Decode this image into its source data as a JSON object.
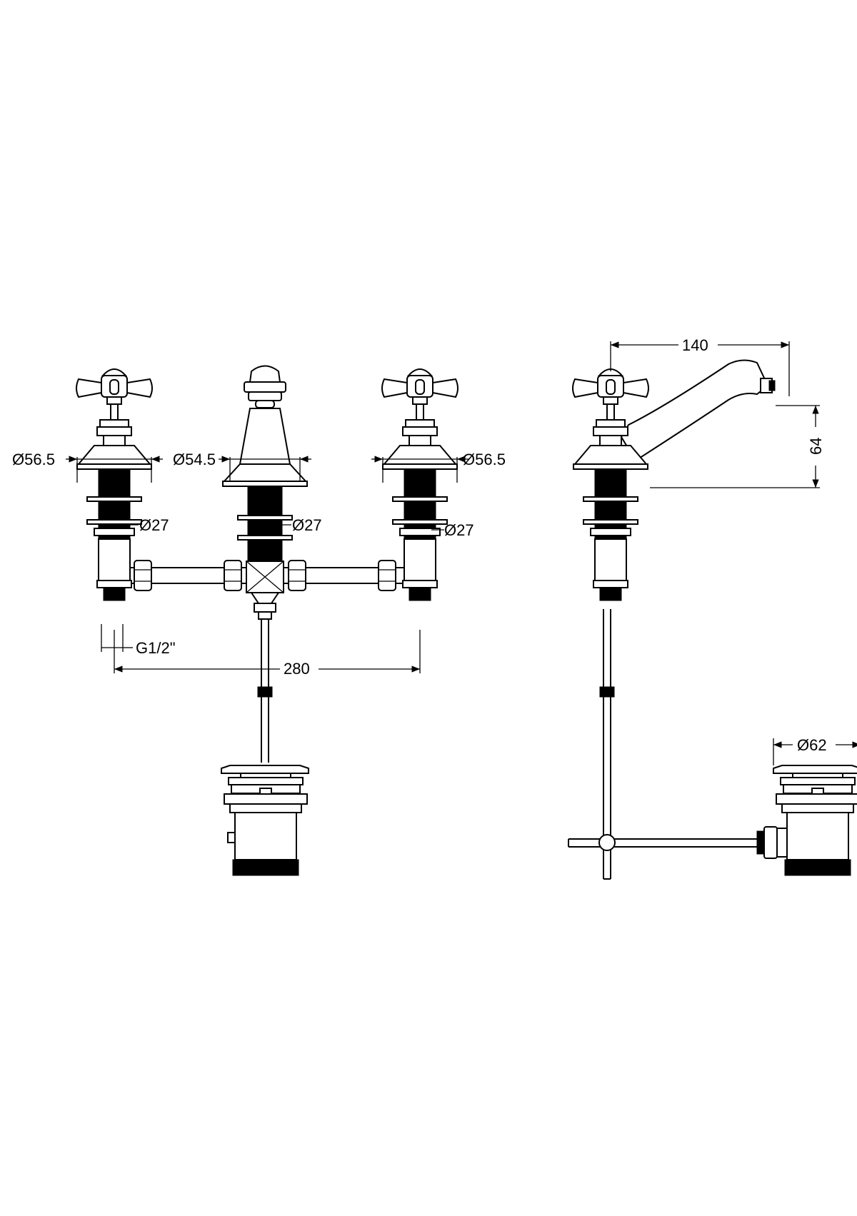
{
  "dimensions": {
    "left_tap_flange": "Ø56.5",
    "spout_flange": "Ø54.5",
    "right_tap_flange": "Ø56.5",
    "left_tail": "Ø27",
    "center_tail": "Ø27",
    "right_tail": "Ø27",
    "thread": "G1/2\"",
    "centers": "280",
    "spout_reach": "140",
    "spout_height": "64",
    "waste_cap": "Ø62"
  }
}
